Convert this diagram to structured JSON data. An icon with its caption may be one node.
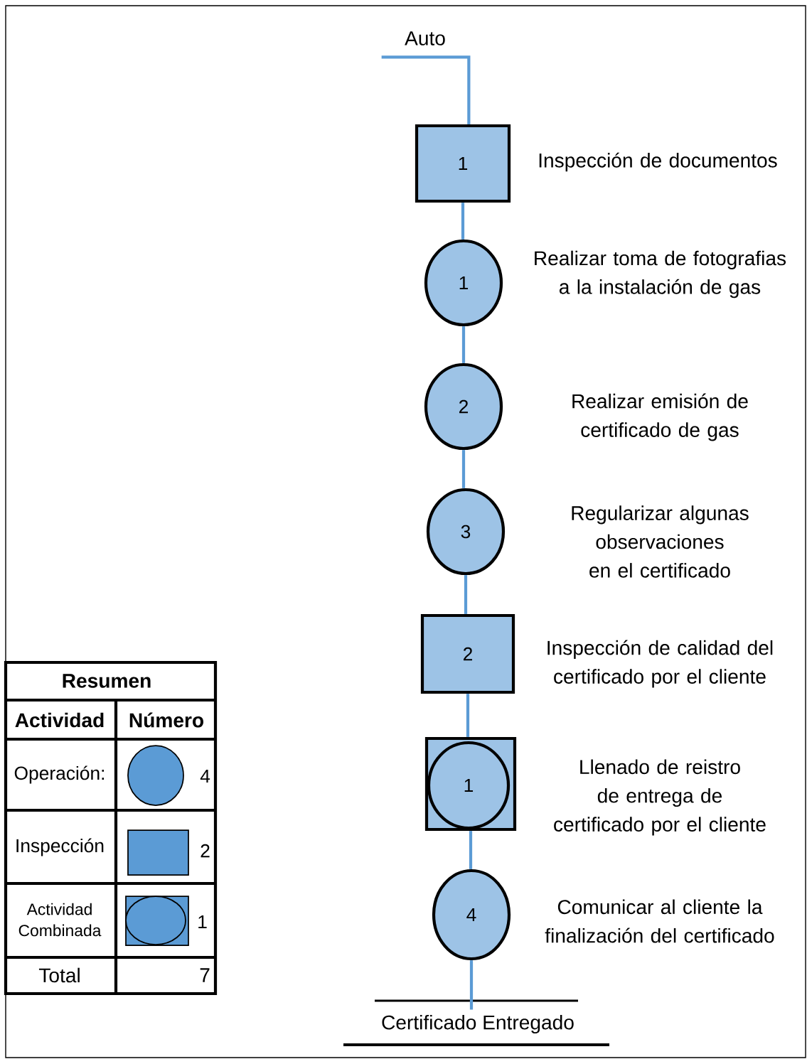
{
  "diagram": {
    "nodes": [
      {
        "text": [
          "Auto"
        ]
      },
      {
        "text": [
          "1"
        ],
        "beside": [
          "Inspección de documentos"
        ]
      },
      {
        "text": [
          "1"
        ],
        "beside": [
          "Realizar toma de fotografias a la instalación de gas"
        ]
      },
      {
        "text": [
          "2"
        ],
        "beside": [
          "Realizar emisión de certificado de gas"
        ]
      },
      {
        "text": [
          "3"
        ],
        "beside": [
          "Regularizar algunas observaciones en el certificado"
        ]
      },
      {
        "text": [
          "2"
        ],
        "beside": [
          "Inspección de calidad del certificado por el cliente"
        ]
      },
      {
        "text": [
          "1"
        ],
        "beside": [
          "Llenado de reistro de entrega de certificado por el cliente"
        ]
      },
      {
        "text": [
          "4"
        ],
        "beside": [
          "Comunicar al cliente la finalización del certificado"
        ]
      },
      {
        "text": [
          "Certificado Entregado"
        ]
      }
    ],
    "edges": [
      {
        "from": 0,
        "to": 1,
        "arrow": "none"
      },
      {
        "from": 1,
        "to": 2,
        "arrow": "none"
      },
      {
        "from": 2,
        "to": 3,
        "arrow": "none"
      },
      {
        "from": 3,
        "to": 4,
        "arrow": "none"
      },
      {
        "from": 4,
        "to": 5,
        "arrow": "none"
      },
      {
        "from": 5,
        "to": 6,
        "arrow": "none"
      },
      {
        "from": 6,
        "to": 7,
        "arrow": "none"
      },
      {
        "from": 7,
        "to": 8,
        "arrow": "none"
      }
    ],
    "labels": [
      "Resumen",
      "Actividad",
      "Número",
      "Operación:",
      "4",
      "Inspección",
      "2",
      "Actividad Combinada",
      "1",
      "Total",
      "7"
    ]
  }
}
